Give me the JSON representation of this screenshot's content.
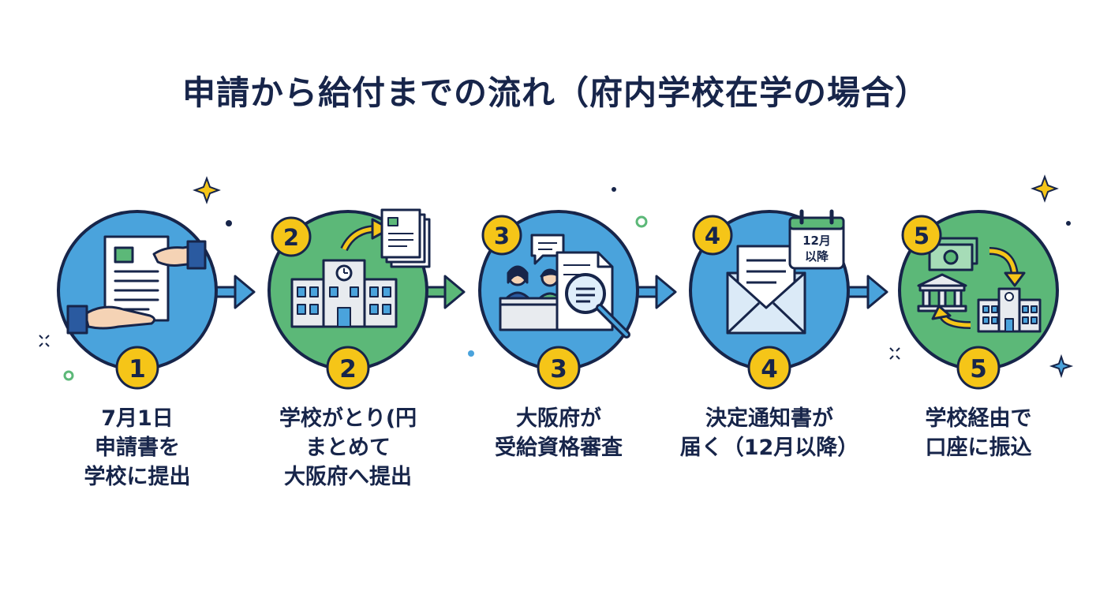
{
  "title": "申請から給付までの流れ（府内学校在学の場合）",
  "colors": {
    "navy": "#17254a",
    "blue": "#4aa3dc",
    "green": "#5cb878",
    "yellow": "#f5c518",
    "paper": "#ffffff",
    "gray": "#d9dde3"
  },
  "steps": [
    {
      "number": "1",
      "color": "blue",
      "icon": "hand-over-document-icon",
      "lines": [
        "7月1日",
        "申請書を",
        "学校に提出"
      ]
    },
    {
      "number": "2",
      "color": "green",
      "icon": "school-building-icon",
      "lines": [
        "学校がとり(円",
        "まとめて",
        "大阪府へ提出"
      ]
    },
    {
      "number": "3",
      "color": "blue",
      "icon": "review-officers-icon",
      "lines": [
        "大阪府が",
        "受給資格審査"
      ]
    },
    {
      "number": "4",
      "color": "blue",
      "icon": "notice-envelope-icon",
      "calendar_text": [
        "12月",
        "以降"
      ],
      "lines": [
        "決定通知書が",
        "届く（12月以降）"
      ]
    },
    {
      "number": "5",
      "color": "green",
      "icon": "bank-transfer-icon",
      "lines": [
        "学校経由で",
        "口座に振込"
      ]
    }
  ]
}
